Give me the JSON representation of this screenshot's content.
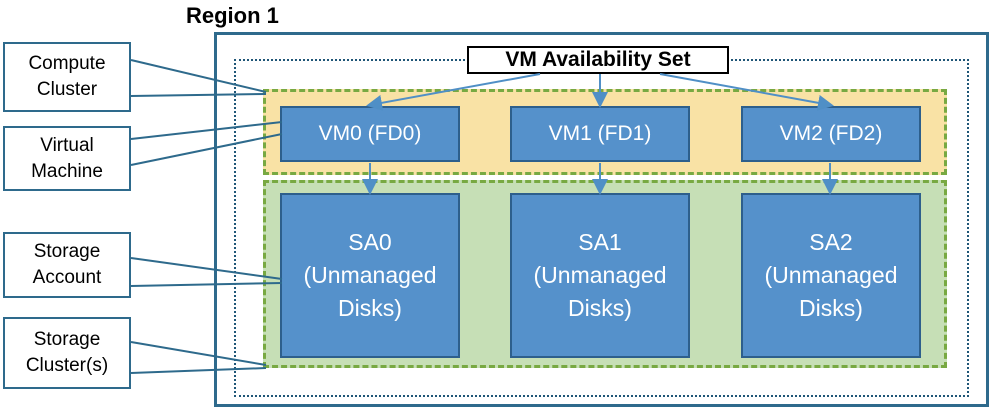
{
  "region": {
    "title": "Region 1"
  },
  "availability_set": {
    "title": "VM Availability Set"
  },
  "legend": {
    "compute_cluster": [
      "Compute",
      "Cluster"
    ],
    "virtual_machine": [
      "Virtual",
      "Machine"
    ],
    "storage_account": [
      "Storage",
      "Account"
    ],
    "storage_cluster": [
      "Storage",
      "Cluster(s)"
    ]
  },
  "vms": [
    {
      "label": "VM0 (FD0)"
    },
    {
      "label": "VM1 (FD1)"
    },
    {
      "label": "VM2 (FD2)"
    }
  ],
  "storage_accounts": [
    {
      "name": "SA0",
      "type": "(Unmanaged",
      "suffix": "Disks)"
    },
    {
      "name": "SA1",
      "type": "(Unmanaged",
      "suffix": "Disks)"
    },
    {
      "name": "SA2",
      "type": "(Unmanaged",
      "suffix": "Disks)"
    }
  ],
  "colors": {
    "region_border": "#2e6a8c",
    "compute_zone": "#f9e2a5",
    "storage_zone": "#c6dfb6",
    "zone_border": "#78a942",
    "node_fill": "#5591cb",
    "arrow": "#4f8fc6"
  }
}
